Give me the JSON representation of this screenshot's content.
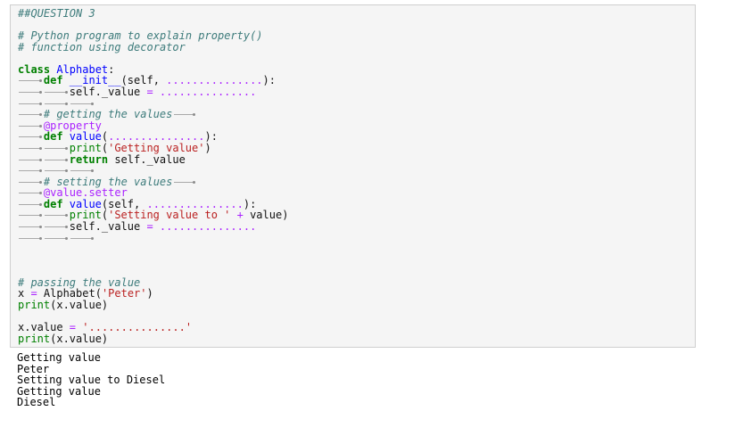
{
  "code_cell": {
    "lines": [
      {
        "segments": [
          {
            "t": "##QUESTION 3",
            "c": "cm"
          }
        ]
      },
      {
        "segments": []
      },
      {
        "segments": [
          {
            "t": "# Python program to explain property()",
            "c": "cm"
          }
        ]
      },
      {
        "segments": [
          {
            "t": "# function using decorator",
            "c": "cm"
          }
        ]
      },
      {
        "segments": []
      },
      {
        "segments": [
          {
            "t": "class ",
            "c": "kw"
          },
          {
            "t": "Alphabet",
            "c": "nm"
          },
          {
            "t": ":",
            "c": ""
          }
        ]
      },
      {
        "indent": 1,
        "segments": [
          {
            "t": "def ",
            "c": "kw"
          },
          {
            "t": "__init__",
            "c": "nm"
          },
          {
            "t": "(self, ",
            "c": ""
          },
          {
            "t": "...............",
            "c": "op"
          },
          {
            "t": "):",
            "c": ""
          }
        ]
      },
      {
        "indent": 2,
        "segments": [
          {
            "t": "self._value ",
            "c": ""
          },
          {
            "t": "=",
            "c": "op"
          },
          {
            "t": " ",
            "c": ""
          },
          {
            "t": "...............",
            "c": "op"
          }
        ]
      },
      {
        "indent": 2,
        "blank": true,
        "segments": []
      },
      {
        "indent": 1,
        "trail": true,
        "segments": [
          {
            "t": "# getting the values",
            "c": "cm"
          }
        ]
      },
      {
        "indent": 1,
        "segments": [
          {
            "t": "@property",
            "c": "dc"
          }
        ]
      },
      {
        "indent": 1,
        "segments": [
          {
            "t": "def ",
            "c": "kw"
          },
          {
            "t": "value",
            "c": "nm"
          },
          {
            "t": "(",
            "c": ""
          },
          {
            "t": "...............",
            "c": "op"
          },
          {
            "t": "):",
            "c": ""
          }
        ]
      },
      {
        "indent": 2,
        "segments": [
          {
            "t": "print",
            "c": "fn"
          },
          {
            "t": "(",
            "c": ""
          },
          {
            "t": "'Getting value'",
            "c": "st"
          },
          {
            "t": ")",
            "c": ""
          }
        ]
      },
      {
        "indent": 2,
        "segments": [
          {
            "t": "return ",
            "c": "kw"
          },
          {
            "t": "self._value",
            "c": ""
          }
        ]
      },
      {
        "indent": 2,
        "blank": true,
        "segments": []
      },
      {
        "indent": 1,
        "trail": true,
        "segments": [
          {
            "t": "# setting the values",
            "c": "cm"
          }
        ]
      },
      {
        "indent": 1,
        "segments": [
          {
            "t": "@value.setter",
            "c": "dc"
          }
        ]
      },
      {
        "indent": 1,
        "segments": [
          {
            "t": "def ",
            "c": "kw"
          },
          {
            "t": "value",
            "c": "nm"
          },
          {
            "t": "(self, ",
            "c": ""
          },
          {
            "t": "...............",
            "c": "op"
          },
          {
            "t": "):",
            "c": ""
          }
        ]
      },
      {
        "indent": 2,
        "segments": [
          {
            "t": "print",
            "c": "fn"
          },
          {
            "t": "(",
            "c": ""
          },
          {
            "t": "'Setting value to '",
            "c": "st"
          },
          {
            "t": " ",
            "c": ""
          },
          {
            "t": "+",
            "c": "op"
          },
          {
            "t": " value)",
            "c": ""
          }
        ]
      },
      {
        "indent": 2,
        "segments": [
          {
            "t": "self._value ",
            "c": ""
          },
          {
            "t": "=",
            "c": "op"
          },
          {
            "t": " ",
            "c": ""
          },
          {
            "t": "...............",
            "c": "op"
          }
        ]
      },
      {
        "indent": 2,
        "blank": true,
        "segments": []
      },
      {
        "segments": []
      },
      {
        "segments": []
      },
      {
        "segments": []
      },
      {
        "segments": [
          {
            "t": "# passing the value",
            "c": "cm"
          }
        ]
      },
      {
        "segments": [
          {
            "t": "x ",
            "c": ""
          },
          {
            "t": "=",
            "c": "op"
          },
          {
            "t": " Alphabet(",
            "c": ""
          },
          {
            "t": "'Peter'",
            "c": "st"
          },
          {
            "t": ")",
            "c": ""
          }
        ]
      },
      {
        "segments": [
          {
            "t": "print",
            "c": "fn"
          },
          {
            "t": "(x.value)",
            "c": ""
          }
        ]
      },
      {
        "segments": []
      },
      {
        "segments": [
          {
            "t": "x.value ",
            "c": ""
          },
          {
            "t": "=",
            "c": "op"
          },
          {
            "t": " ",
            "c": ""
          },
          {
            "t": "'...............'",
            "c": "st"
          }
        ]
      },
      {
        "segments": [
          {
            "t": "print",
            "c": "fn"
          },
          {
            "t": "(x.value)",
            "c": ""
          }
        ]
      }
    ]
  },
  "output_lines": [
    "Getting value",
    "Peter",
    "Setting value to Diesel",
    "Getting value",
    "Diesel"
  ]
}
